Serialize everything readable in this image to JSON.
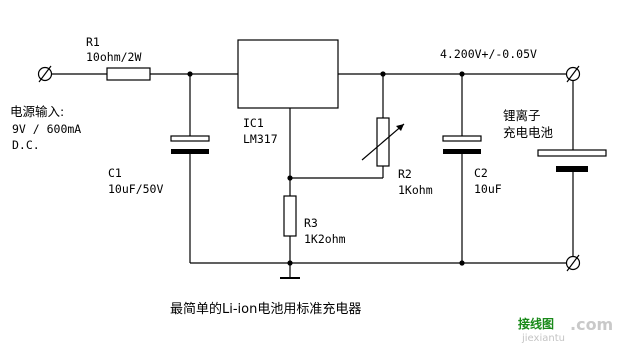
{
  "diagram": {
    "r1_name": "R1",
    "r1_value": "10ohm/2W",
    "input_label": "电源输入:",
    "input_spec": "9V / 600mA",
    "input_type": "D.C.",
    "c1_name": "C1",
    "c1_value": "10uF/50V",
    "ic_name": "IC1",
    "ic_part": "LM317",
    "r2_name": "R2",
    "r2_value": "1Kohm",
    "r3_name": "R3",
    "r3_value": "1K2ohm",
    "output_voltage": "4.200V+/-0.05V",
    "battery_label_1": "锂离子",
    "battery_label_2": "充电电池",
    "c2_name": "C2",
    "c2_value": "10uF",
    "caption": "最简单的Li-ion电池用标准充电器"
  },
  "watermark": {
    "cn": "接线图",
    "dot_com": ".com",
    "site": "jiexiantu"
  },
  "colors": {
    "line": "#000000",
    "watermark_green": "#1a8a1a",
    "watermark_gray": "#c9c9c9"
  }
}
